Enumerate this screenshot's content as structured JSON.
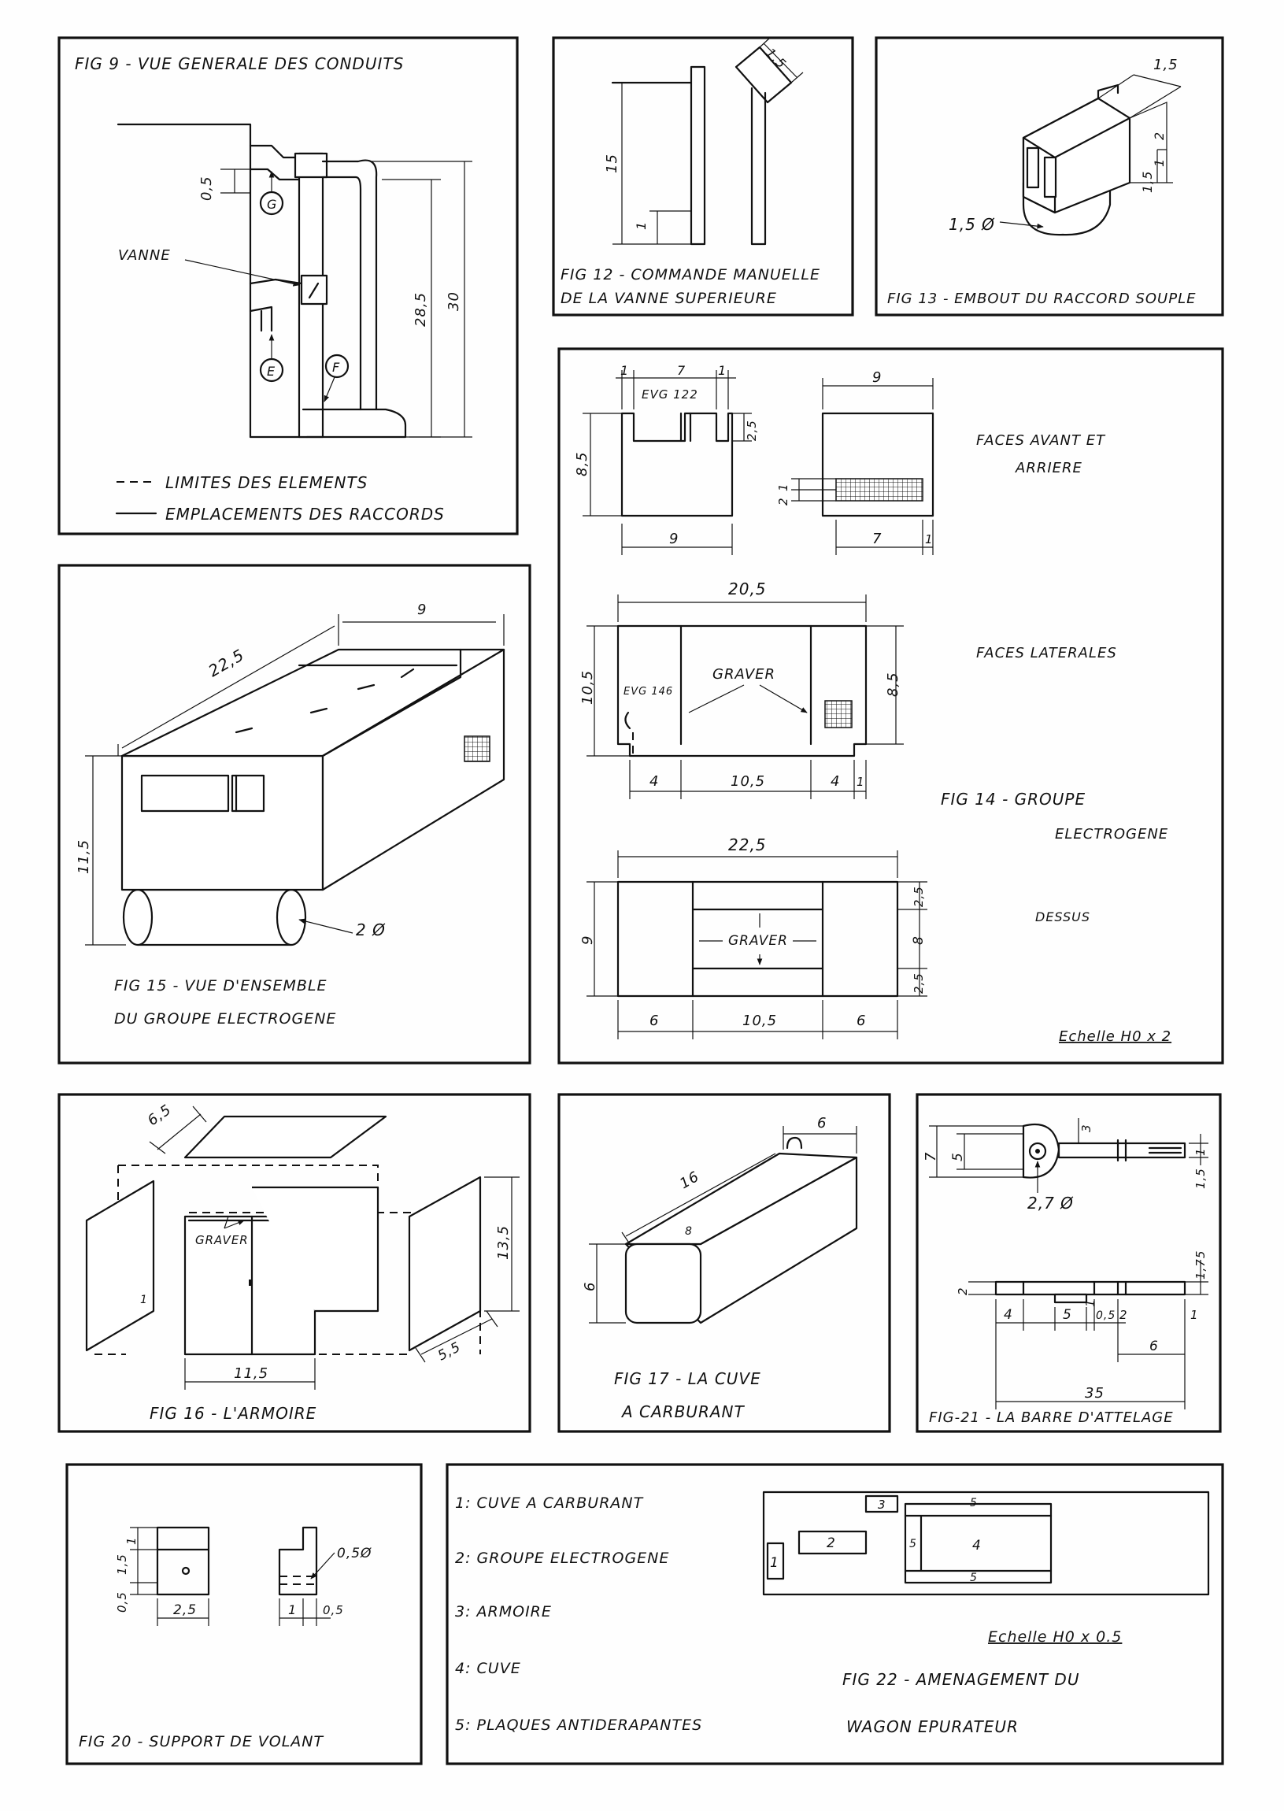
{
  "fig9": {
    "title": "FIG 9 - VUE GENERALE DES CONDUITS",
    "vanne": "VANNE",
    "dim_05": "0,5",
    "dim_285": "28,5",
    "dim_30": "30",
    "label_g": "G",
    "label_e": "E",
    "label_f": "F",
    "legend_dashed": "LIMITES DES ELEMENTS",
    "legend_solid": "EMPLACEMENTS DES RACCORDS"
  },
  "fig12": {
    "title_line1": "FIG 12 - COMMANDE MANUELLE",
    "title_line2": "DE LA VANNE SUPERIEURE",
    "dim_15": "15",
    "dim_1": "1",
    "dim_15b": "1,5"
  },
  "fig13": {
    "title": "FIG 13 - EMBOUT DU RACCORD SOUPLE",
    "dim_15": "1,5",
    "dim_2": "2",
    "dim_1": "1",
    "dim_15v": "1,5",
    "dim_diam": "1,5 Ø"
  },
  "fig14": {
    "title_line1": "FIG 14 - GROUPE",
    "title_line2": "ELECTROGENE",
    "faces_av_line1": "FACES AVANT ET",
    "faces_av_line2": "ARRIERE",
    "faces_lat": "FACES LATERALES",
    "dessus": "DESSUS",
    "echelle": "Echelle H0 x 2",
    "evg122": "EVG 122",
    "evg146": "EVG 146",
    "graver": "GRAVER",
    "graver2": "GRAVER",
    "d_1a": "1",
    "d_7": "7",
    "d_1b": "1",
    "d_25a": "2,5",
    "d_85a": "8,5",
    "d_9a": "9",
    "d_9b": "9",
    "d_1c": "1",
    "d_2c": "2",
    "d_7b": "7",
    "d_1d": "1",
    "d_205": "20,5",
    "d_105a": "10,5",
    "d_85b": "8,5",
    "d_4a": "4",
    "d_105b": "10,5",
    "d_4b": "4",
    "d_1e": "1",
    "d_225": "22,5",
    "d_9c": "9",
    "d_25b": "2,5",
    "d_8": "8",
    "d_25c": "2,5",
    "d_6a": "6",
    "d_105c": "10,5",
    "d_6b": "6"
  },
  "fig15": {
    "title_line1": "FIG 15 - VUE D'ENSEMBLE",
    "title_line2": "DU GROUPE ELECTROGENE",
    "d_9": "9",
    "d_225": "22,5",
    "d_115": "11,5",
    "d_2diam": "2 Ø"
  },
  "fig16": {
    "title": "FIG 16 - L'ARMOIRE",
    "graver": "GRAVER",
    "d_65": "6,5",
    "d_135": "13,5",
    "d_115": "11,5",
    "d_55": "5,5",
    "mark_1": "1"
  },
  "fig17": {
    "title_line1": "FIG 17 - LA CUVE",
    "title_line2": "A CARBURANT",
    "d_6a": "6",
    "d_16": "16",
    "d_6b": "6",
    "mark_8": "8"
  },
  "fig20": {
    "title": "FIG 20 - SUPPORT DE VOLANT",
    "d_1": "1",
    "d_15": "1,5",
    "d_05": "0,5",
    "d_25": "2,5",
    "d_05diam": "0,5Ø",
    "d_1b": "1",
    "d_05b": "0,5"
  },
  "fig21": {
    "title": "FIG-21 - LA BARRE D'ATTELAGE",
    "d_7": "7",
    "d_5": "5",
    "d_3": "3",
    "d_1a": "1",
    "d_15": "1,5",
    "d_27diam": "2,7 Ø",
    "d_175": "1,75",
    "d_2": "2",
    "d_1b": "1",
    "d_4": "4",
    "d_5b": "5",
    "d_05": "0,5",
    "d_2b": "2",
    "d_1c": "1",
    "d_6": "6",
    "d_35": "35"
  },
  "fig22": {
    "title_line1": "FIG 22 - AMENAGEMENT DU",
    "title_line2": "WAGON EPURATEUR",
    "echelle": "Echelle H0 x 0.5",
    "items": [
      "1: CUVE A CARBURANT",
      "2: GROUPE ELECTROGENE",
      "3: ARMOIRE",
      "4: CUVE",
      "5: PLAQUES ANTIDERAPANTES"
    ],
    "n1": "1",
    "n2": "2",
    "n3": "3",
    "n4": "4",
    "n5a": "5",
    "n5b": "5",
    "n5c": "5"
  }
}
